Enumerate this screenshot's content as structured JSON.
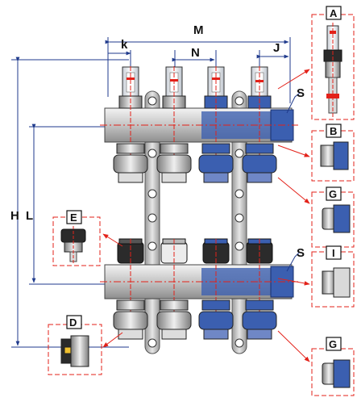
{
  "dimensions": {
    "k": "k",
    "M": "M",
    "N": "N",
    "J": "J",
    "S_top": "S",
    "S_bottom": "S",
    "H": "H",
    "L": "L"
  },
  "detail_labels": {
    "A": "A",
    "B": "B",
    "G_top": "G",
    "E": "E",
    "I": "I",
    "D": "D",
    "G_bottom": "G"
  },
  "colors": {
    "red": "#e32119",
    "blue": "#3b5fb0",
    "dim_line": "#1f3a8c",
    "dark": "#1a1a1a",
    "grey": "#b9b9b9"
  }
}
